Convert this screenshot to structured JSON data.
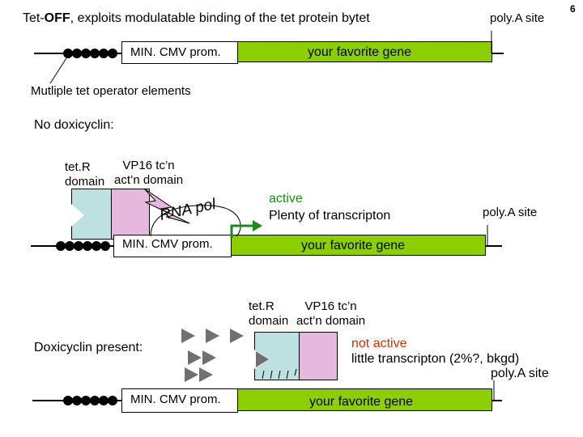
{
  "page_number": "6",
  "title": {
    "prefix": "Tet-",
    "bold": "OFF",
    "rest": ", exploits modulatable binding of the tet protein bytet"
  },
  "construct_top": {
    "promoter_label": "MIN. CMV prom.",
    "gene_label": "your favorite gene",
    "polyA_label": "poly.A site",
    "operator_label": "Mutliple tet operator elements"
  },
  "no_dox": {
    "heading": "No doxicyclin:",
    "tetR_label_line1": "tet.R",
    "tetR_label_line2": "domain",
    "vp16_label_line1": "VP16 tc’n",
    "vp16_label_line2": "act’n domain",
    "rna_pol_label": "RNA pol",
    "status_line1": "active",
    "status_line2": "Plenty of transcripton",
    "promoter_label": "MIN. CMV prom.",
    "gene_label": "your favorite gene",
    "polyA_label": "poly.A site"
  },
  "dox": {
    "heading": "Doxicyclin present:",
    "tetR_label_line1": "tet.R",
    "tetR_label_line2": "domain",
    "vp16_label_line1": "VP16 tc’n",
    "vp16_label_line2": "act’n domain",
    "status_line1": "not active",
    "status_line2": "little transcripton (2%?, bkgd)",
    "polyA_label": "poly.A site",
    "promoter_label": "MIN. CMV prom.",
    "gene_label": "your favorite gene"
  },
  "colors": {
    "gene_green": "#8ccf00",
    "tetR_blue": "#bde0e0",
    "vp16_pink": "#e6b8de",
    "not_active_red": "#d03000",
    "active_green": "#1a8a1a",
    "arrow_grey": "#707070"
  }
}
